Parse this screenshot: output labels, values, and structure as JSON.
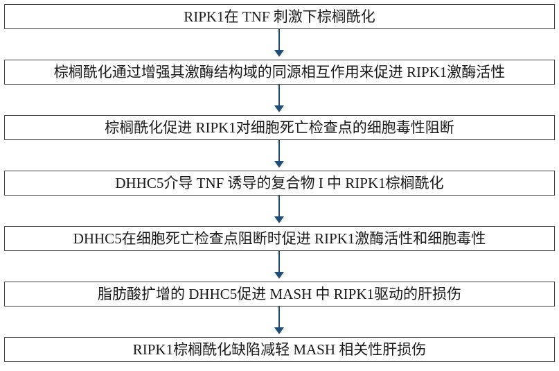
{
  "steps": [
    "RIPK1在 TNF 刺激下棕榈酰化",
    "棕榈酰化通过增强其激酶结构域的同源相互作用来促进 RIPK1激酶活性",
    "棕榈酰化促进 RIPK1对细胞死亡检查点的细胞毒性阻断",
    "DHHC5介导 TNF 诱导的复合物 I 中 RIPK1棕榈酰化",
    "DHHC5在细胞死亡检查点阻断时促进 RIPK1激酶活性和细胞毒性",
    "脂肪酸扩增的 DHHC5促进 MASH 中 RIPK1驱动的肝损伤",
    "RIPK1棕榈酰化缺陷减轻 MASH 相关性肝损伤"
  ],
  "colors": {
    "box_border": "#3f3f3f",
    "arrow": "#1f4e79",
    "text": "#1a1a1a"
  }
}
